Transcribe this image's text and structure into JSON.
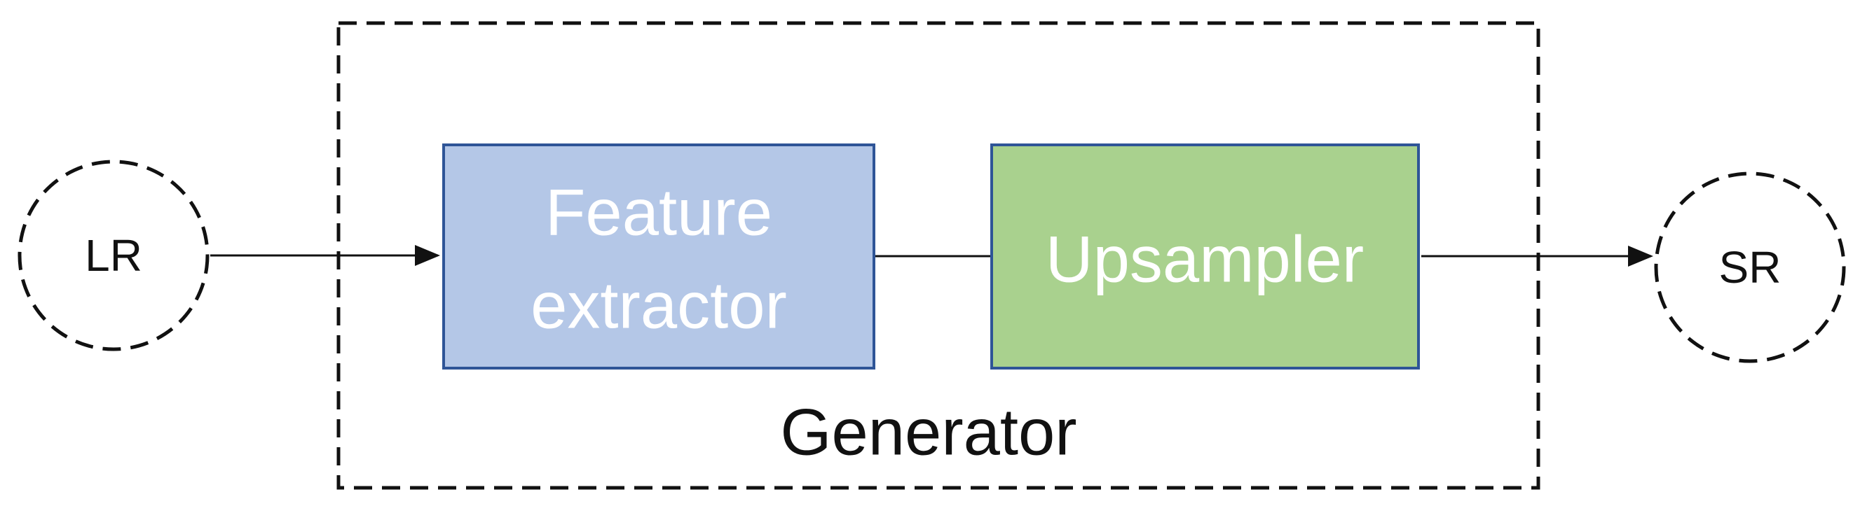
{
  "diagram": {
    "group": {
      "label": "Generator",
      "border_color": "#111111",
      "border_style": "dashed"
    },
    "nodes": {
      "input": {
        "label": "LR",
        "shape": "dashed-circle"
      },
      "output": {
        "label": "SR",
        "shape": "dashed-circle"
      }
    },
    "blocks": {
      "feature_extractor": {
        "line1": "Feature",
        "line2": "extractor",
        "fill": "#b4c7e7",
        "border": "#2f5597"
      },
      "upsampler": {
        "label": "Upsampler",
        "fill": "#a9d18e",
        "border": "#2f5597"
      }
    },
    "edges": [
      {
        "from": "LR",
        "to": "Feature extractor",
        "arrow": true
      },
      {
        "from": "Feature extractor",
        "to": "Upsampler",
        "arrow": false
      },
      {
        "from": "Upsampler",
        "to": "SR",
        "arrow": true
      }
    ]
  }
}
